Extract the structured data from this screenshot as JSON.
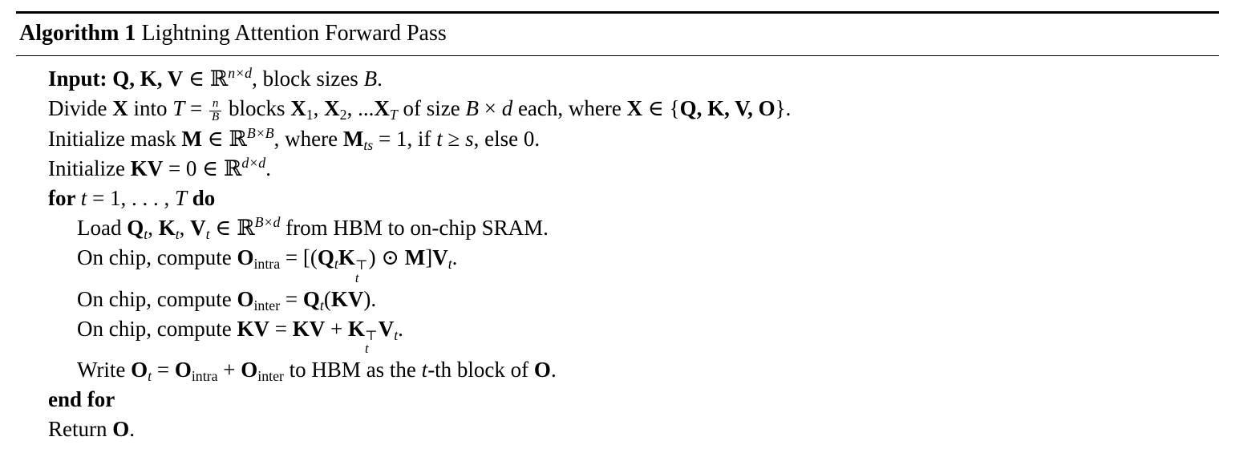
{
  "algorithm": {
    "label": "Algorithm 1",
    "title": " Lightning Attention Forward Pass",
    "symbols": {
      "element_of": "∈",
      "real_set": "ℝ",
      "times": "×",
      "geq": "≥",
      "hadamard": "⊙",
      "transpose": "⊤"
    },
    "lines": [
      {
        "indent": 0,
        "segments": [
          {
            "text": "Input: ",
            "bold": true
          },
          {
            "text": "Q, K, V",
            "bold": true
          },
          {
            "text": " ∈ ℝ"
          },
          {
            "text": "n×d",
            "script": "sup",
            "italic": true
          },
          {
            "text": ", block sizes "
          },
          {
            "text": "B",
            "italic": true
          },
          {
            "text": "."
          }
        ]
      },
      {
        "indent": 0,
        "segments": [
          {
            "text": "Divide "
          },
          {
            "text": "X",
            "bold": true
          },
          {
            "text": " into "
          },
          {
            "text": "T",
            "italic": true
          },
          {
            "text": " = "
          },
          {
            "kind": "frac",
            "num": "n",
            "den": "B"
          },
          {
            "text": " blocks "
          },
          {
            "text": "X",
            "bold": true
          },
          {
            "text": "1",
            "script": "sub"
          },
          {
            "text": ", "
          },
          {
            "text": "X",
            "bold": true
          },
          {
            "text": "2",
            "script": "sub"
          },
          {
            "text": ", ..."
          },
          {
            "text": "X",
            "bold": true
          },
          {
            "text": "T",
            "script": "sub",
            "italic": true
          },
          {
            "text": " of size "
          },
          {
            "text": "B",
            "italic": true
          },
          {
            "text": " × "
          },
          {
            "text": "d",
            "italic": true
          },
          {
            "text": " each, where "
          },
          {
            "text": "X",
            "bold": true
          },
          {
            "text": " ∈ {"
          },
          {
            "text": "Q, K, V, O",
            "bold": true
          },
          {
            "text": "}."
          }
        ]
      },
      {
        "indent": 0,
        "segments": [
          {
            "text": "Initialize mask "
          },
          {
            "text": "M",
            "bold": true
          },
          {
            "text": " ∈ ℝ"
          },
          {
            "text": "B×B",
            "script": "sup",
            "italic": true
          },
          {
            "text": ", where "
          },
          {
            "text": "M",
            "bold": true
          },
          {
            "text": "ts",
            "script": "sub",
            "italic": true
          },
          {
            "text": " = 1, if "
          },
          {
            "text": "t",
            "italic": true
          },
          {
            "text": " ≥ "
          },
          {
            "text": "s",
            "italic": true
          },
          {
            "text": ", else 0."
          }
        ]
      },
      {
        "indent": 0,
        "segments": [
          {
            "text": "Initialize "
          },
          {
            "text": "KV",
            "bold": true
          },
          {
            "text": " = 0 ∈ ℝ"
          },
          {
            "text": "d×d",
            "script": "sup",
            "italic": true
          },
          {
            "text": "."
          }
        ]
      },
      {
        "indent": 0,
        "segments": [
          {
            "text": "for ",
            "bold": true
          },
          {
            "text": "t",
            "italic": true
          },
          {
            "text": " = 1, . . . , "
          },
          {
            "text": "T",
            "italic": true
          },
          {
            "text": " do",
            "bold": true
          }
        ]
      },
      {
        "indent": 1,
        "segments": [
          {
            "text": "Load "
          },
          {
            "text": "Q",
            "bold": true
          },
          {
            "text": "t",
            "script": "sub",
            "italic": true
          },
          {
            "text": ", "
          },
          {
            "text": "K",
            "bold": true
          },
          {
            "text": "t",
            "script": "sub",
            "italic": true
          },
          {
            "text": ", "
          },
          {
            "text": "V",
            "bold": true
          },
          {
            "text": "t",
            "script": "sub",
            "italic": true
          },
          {
            "text": " ∈ ℝ"
          },
          {
            "text": "B×d",
            "script": "sup",
            "italic": true
          },
          {
            "text": " from HBM to on-chip SRAM."
          }
        ]
      },
      {
        "indent": 1,
        "segments": [
          {
            "text": "On chip, compute "
          },
          {
            "text": "O",
            "bold": true
          },
          {
            "text": "intra",
            "script": "sub"
          },
          {
            "text": " = [("
          },
          {
            "text": "Q",
            "bold": true
          },
          {
            "text": "t",
            "script": "sub",
            "italic": true
          },
          {
            "text": "K",
            "bold": true
          },
          {
            "kind": "stack",
            "sup": "⊤",
            "sub": "t",
            "subItalic": true
          },
          {
            "text": ") ⊙ "
          },
          {
            "text": "M",
            "bold": true
          },
          {
            "text": "]"
          },
          {
            "text": "V",
            "bold": true
          },
          {
            "text": "t",
            "script": "sub",
            "italic": true
          },
          {
            "text": "."
          }
        ]
      },
      {
        "indent": 1,
        "segments": [
          {
            "text": "On chip, compute "
          },
          {
            "text": "O",
            "bold": true
          },
          {
            "text": "inter",
            "script": "sub"
          },
          {
            "text": " = "
          },
          {
            "text": "Q",
            "bold": true
          },
          {
            "text": "t",
            "script": "sub",
            "italic": true
          },
          {
            "text": "("
          },
          {
            "text": "KV",
            "bold": true
          },
          {
            "text": ")."
          }
        ]
      },
      {
        "indent": 1,
        "segments": [
          {
            "text": "On chip, compute "
          },
          {
            "text": "KV",
            "bold": true
          },
          {
            "text": " = "
          },
          {
            "text": "KV",
            "bold": true
          },
          {
            "text": " + "
          },
          {
            "text": "K",
            "bold": true
          },
          {
            "kind": "stack",
            "sup": "⊤",
            "sub": "t",
            "subItalic": true
          },
          {
            "text": "V",
            "bold": true
          },
          {
            "text": "t",
            "script": "sub",
            "italic": true
          },
          {
            "text": "."
          }
        ]
      },
      {
        "indent": 1,
        "segments": [
          {
            "text": "Write "
          },
          {
            "text": "O",
            "bold": true
          },
          {
            "text": "t",
            "script": "sub",
            "italic": true
          },
          {
            "text": " = "
          },
          {
            "text": "O",
            "bold": true
          },
          {
            "text": "intra",
            "script": "sub"
          },
          {
            "text": " + "
          },
          {
            "text": "O",
            "bold": true
          },
          {
            "text": "inter",
            "script": "sub"
          },
          {
            "text": " to HBM as the "
          },
          {
            "text": "t",
            "italic": true
          },
          {
            "text": "-th block of "
          },
          {
            "text": "O",
            "bold": true
          },
          {
            "text": "."
          }
        ]
      },
      {
        "indent": 0,
        "segments": [
          {
            "text": "end for",
            "bold": true
          }
        ]
      },
      {
        "indent": 0,
        "segments": [
          {
            "text": "Return "
          },
          {
            "text": "O",
            "bold": true
          },
          {
            "text": "."
          }
        ]
      }
    ]
  }
}
